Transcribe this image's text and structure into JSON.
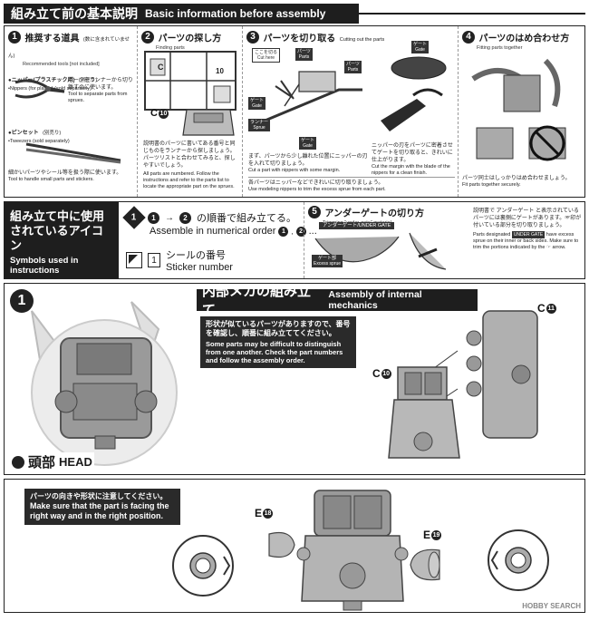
{
  "header": {
    "title_jp": "組み立て前の基本説明",
    "title_en": "Basic information before assembly"
  },
  "step1": {
    "num": "1",
    "title_jp": "推奨する道具",
    "title_note_jp": "(数に含まれていません)",
    "title_en": "Recommended tools [not included]",
    "nipper_jp": "●ニッパー(プラスチック用)",
    "nipper_note_jp": "(別売り)",
    "nipper_en": "•Nippers (for plastic) (sold separately)",
    "nipper_desc_jp": "パーツをランナーから切り離すのに使います。",
    "nipper_desc_en": "Tool to separate parts from sprues.",
    "tweezer_jp": "●ピンセット",
    "tweezer_note_jp": "(別売り)",
    "tweezer_en": "•Tweezers (sold separately)",
    "tweezer_desc_jp": "細かいパーツやシール等を扱う際に使います。",
    "tweezer_desc_en": "Tool to handle small parts and stickers."
  },
  "step2": {
    "num": "2",
    "title_jp": "パーツの探し方",
    "title_en": "Finding parts",
    "sprue_c": "C",
    "sprue_num": "10",
    "callout": "C",
    "callout_num": "10",
    "desc_jp": "説明書のパーツに書いてある番号と同じものをランナーから探しましょう。パーツリストと合わせてみると、探しやすいでしょう。",
    "desc_en": "All parts are numbered. Follow the instructions and refer to the parts list to locate the appropriate part on the sprues."
  },
  "step3": {
    "num": "3",
    "title_jp": "パーツを切り取る",
    "title_en": "Cutting out the parts",
    "tag_cut_jp": "ここを切る",
    "tag_cut_en": "Cut here",
    "tag_parts1_jp": "パーツ",
    "tag_parts1_en": "Parts",
    "tag_parts2_jp": "パーツ",
    "tag_parts2_en": "Parts",
    "tag_gate1_jp": "ゲート",
    "tag_gate1_en": "Gate",
    "tag_gate2_jp": "ゲート",
    "tag_gate2_en": "Gate",
    "tag_gate3_jp": "ゲート",
    "tag_gate3_en": "Gate",
    "tag_runner_jp": "ランナー",
    "tag_runner_en": "Sprue",
    "cut_desc_jp": "まず、パーツから少し離れた位置にニッパーの刃を入れて切りましょう。",
    "cut_desc_en": "Cut a part with nippers with some margin.",
    "trim_desc_jp": "ニッパーの刃をパーツに密着させてゲートを切り取ると、きれいに仕上がります。",
    "trim_desc_en": "Cut the margin with the blade of the nippers for a clean finish.",
    "footer_jp": "各パーツはニッパーなどできれいに切り取りましょう。",
    "footer_en": "Use modeling nippers to trim the excess sprue from each part."
  },
  "step4": {
    "num": "4",
    "title_jp": "パーツのはめ合わせ方",
    "title_en": "Fitting parts together",
    "desc_jp": "パーツ同士はしっかりはめ合わせましょう。",
    "desc_en": "Fit parts together securely."
  },
  "icons_panel": {
    "title_jp_line1": "組み立て中に使用",
    "title_jp_line2": "されているアイコン",
    "title_en_line1": "Symbols used in",
    "title_en_line2": "instructions",
    "order_icon": "1",
    "order_sym_a": "1",
    "order_sym_b": "2",
    "order_jp_suffix": "の順番で組み立てる。",
    "order_en": "Assemble in numerical order",
    "order_en_a": "1",
    "order_en_b": "2",
    "order_en_suffix": "...",
    "sticker_num": "1",
    "sticker_jp": "シールの番号",
    "sticker_en": "Sticker number"
  },
  "step5": {
    "num": "5",
    "title_jp": "アンダーゲートの切り方",
    "title_en": "Trimming \"under-gate\" material",
    "badge": "アンダーゲート/UNDER GATE",
    "excess_jp": "ゲート部",
    "excess_en": "Excess sprue",
    "desc_jp": "説明書で アンダーゲート と表示されているパーツには裏側にゲートがあります。☞印が付いている部分を切り取りましょう。",
    "desc_en_pre": "Parts designated",
    "desc_en_badge": "UNDER GATE",
    "desc_en_post": "have excess sprue on their inner or back sides. Make sure to trim the portions indicated by the ☞ arrow."
  },
  "section1": {
    "num": "1",
    "title_jp": "内部メカの組み立て",
    "title_en": "Assembly of internal mechanics",
    "note_jp": "形状が似ているパーツがありますので、番号を確認し、順番に組み立ててください。",
    "note_en": "Some parts may be difficult to distinguish from one another. Check the part numbers and follow the assembly order.",
    "head_jp": "頭部",
    "head_en": "HEAD",
    "label_c11": "C",
    "label_c11_num": "11",
    "label_c10": "C",
    "label_c10_num": "10"
  },
  "lower": {
    "note_jp": "パーツの向きや形状に注意してください。",
    "note_en": "Make sure that the part is facing the right way and in the right position.",
    "label_e18": "E",
    "label_e18_num": "18",
    "label_e19": "E",
    "label_e19_num": "19"
  },
  "watermark": {
    "text": "HOBBY SEARCH"
  },
  "colors": {
    "ink": "#1e1e1e",
    "part_gray": "#9a9a9a",
    "part_light": "#c8c8c8",
    "part_dark": "#5a5a5a"
  }
}
